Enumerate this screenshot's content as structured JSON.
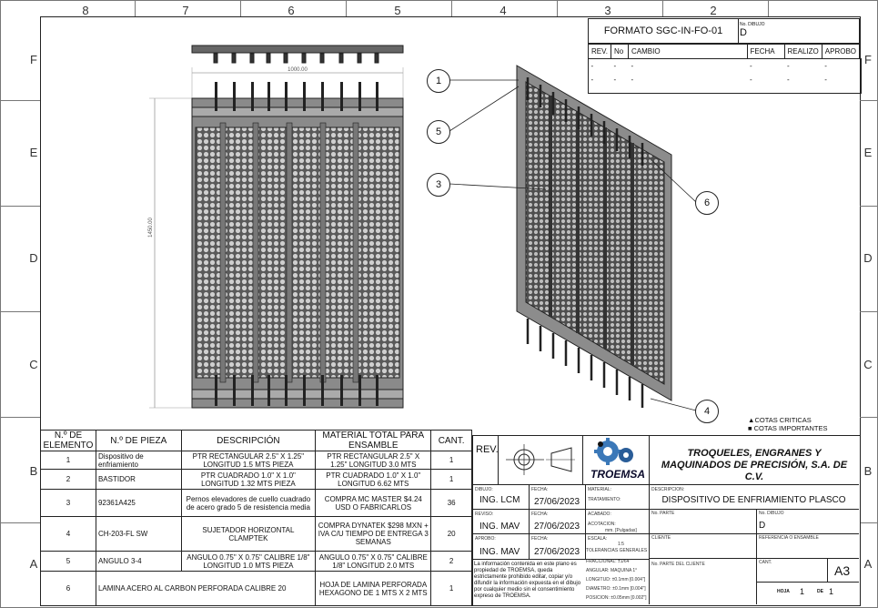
{
  "zones": {
    "columns": [
      "8",
      "7",
      "6",
      "5",
      "4",
      "3",
      "2"
    ],
    "rows": [
      "F",
      "E",
      "D",
      "C",
      "B",
      "A"
    ]
  },
  "format": {
    "label": "FORMATO SGC-IN-FO-01",
    "dibujo_label": "No. DIBUJO",
    "dibujo_value": "D"
  },
  "revisions": {
    "headers": [
      "REV.",
      "No",
      "CAMBIO",
      "FECHA",
      "REALIZO",
      "APROBO"
    ],
    "rows": [
      [
        "-",
        "-",
        "-",
        "-",
        "-",
        "-"
      ],
      [
        "-",
        "-",
        "-",
        "-",
        "-",
        "-"
      ]
    ]
  },
  "drawing": {
    "dim_width": "1000.00",
    "dim_height": "1450.00",
    "callouts": [
      "1",
      "5",
      "3",
      "6",
      "4"
    ]
  },
  "legend": {
    "critical": "COTAS CRITICAS",
    "important": "COTAS IMPORTANTES"
  },
  "bom": {
    "headers": [
      "N.º DE ELEMENTO",
      "N.º DE PIEZA",
      "DESCRIPCIÓN",
      "MATERIAL TOTAL PARA ENSAMBLE",
      "CANT."
    ],
    "rows": [
      [
        "1",
        "Dispositivo de enfriamiento",
        "PTR RECTANGULAR 2.5\" X 1.25\" LONGITUD 1.5 MTS PIEZA",
        "PTR RECTANGULAR 2.5\" X 1.25\" LONGITUD 3.0 MTS",
        "1"
      ],
      [
        "2",
        "BASTIDOR",
        "PTR CUADRADO 1.0\" X 1.0\" LONGITUD 1.32 MTS PIEZA",
        "PTR CUADRADO 1.0\" X 1.0\" LONGITUD 6.62 MTS",
        "1"
      ],
      [
        "3",
        "92361A425",
        "Pernos elevadores de cuello cuadrado de acero grado 5 de resistencia media",
        "COMPRA MC MASTER $4.24 USD O FABRICARLOS",
        "36"
      ],
      [
        "4",
        "CH-203-FL SW",
        "SUJETADOR HORIZONTAL CLAMPTEK",
        "COMPRA DYNATEK $298 MXN + IVA C/U TIEMPO DE ENTREGA 3 SEMANAS",
        "20"
      ],
      [
        "5",
        "ANGULO 3-4",
        "ANGULO 0.75\" X 0.75\" CALIBRE 1/8\" LONGITUD 1.0 MTS PIEZA",
        "ANGULO 0.75\" X 0.75\" CALIBRE 1/8\" LONGITUD 2.0 MTS",
        "2"
      ],
      [
        "6",
        "LAMINA ACERO AL CARBON PERFORADA CALIBRE 20",
        "",
        "HOJA DE LAMINA PERFORADA HEXAGONO DE 1 MTS X 2 MTS",
        "1"
      ]
    ]
  },
  "title_block": {
    "rev_label": "REV.",
    "logo_text": "TROEMSA",
    "company": "TROQUELES, ENGRANES Y MAQUINADOS DE PRECISIÓN, S.A. DE C.V.",
    "dibujo_label": "DIBUJO:",
    "dibujo": "ING. LCM",
    "fecha_label": "FECHA:",
    "fecha1": "27/06/2023",
    "reviso_label": "REVISO:",
    "reviso": "ING. MAV",
    "fecha2": "27/06/2023",
    "aprobo_label": "APROBO:",
    "aprobo": "ING. MAV",
    "fecha3": "27/06/2023",
    "material_label": "MATERIAL:",
    "tratamiento_label": "TRATAMIENTO:",
    "acabado_label": "ACABADO:",
    "acotacion_label": "ACOTACION:",
    "acotacion": "mm. [Pulgadas]",
    "escala_label": "ESCALA:",
    "escala": "1:5",
    "tolerancias": "TOLERANCIAS GENERALES",
    "fraccional": "FRACCIONAL: ±1/64\"",
    "angular": "ANGULAR: MAQUINA 1°",
    "longitud": "LONGITUD: ±0.1mm [0.004\"]",
    "diametro": "DIAMETRO: ±0.1mm [0.004\"]",
    "posicion": "POSICION: ±0.05mm [0.002\"]",
    "descripcion_label": "DESCRIPCION:",
    "descripcion": "DISPOSITIVO DE ENFRIAMIENTO PLASCO",
    "noparte_label": "No. PARTE",
    "nodibujo_label": "No. DIBUJO",
    "nodibujo": "D",
    "cliente_label": "CLIENTE",
    "ref_label": "REFERENCIA O ENSAMBLE",
    "noparte_cliente_label": "No. PARTE DEL CLIENTE",
    "cant_label": "CANT.",
    "size": "A3",
    "hoja_label": "HOJA",
    "hoja": "1",
    "de_label": "DE",
    "hoja_total": "1",
    "confidential": "La información contenida en este plano es propiedad de TROEMSA, queda estrictamente prohibido editar, copiar y/o difundir la información expuesta en el dibujo por cualquier medio sin el consentimiento expreso de TROEMSA."
  }
}
